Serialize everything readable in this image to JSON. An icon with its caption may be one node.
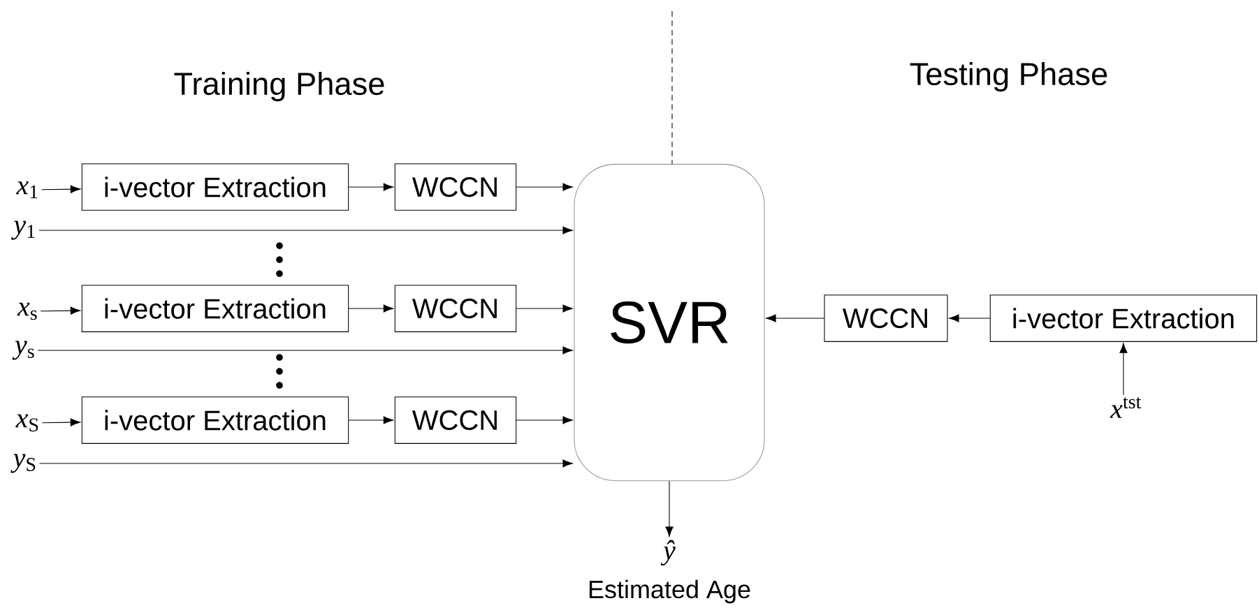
{
  "diagram": {
    "nodes": [
      {
        "text": [
          "SVR"
        ]
      },
      {
        "text": [
          "*x*$_{1}$"
        ]
      },
      {
        "text": [
          "i-vector Extraction"
        ]
      },
      {
        "text": [
          "WCCN"
        ]
      },
      {
        "text": [
          "*y*$_{1}$"
        ]
      },
      {
        "text": [
          "*x*$_{s}$"
        ]
      },
      {
        "text": [
          "i-vector Extraction"
        ]
      },
      {
        "text": [
          "WCCN"
        ]
      },
      {
        "text": [
          "*y*$_{s}$"
        ]
      },
      {
        "text": [
          "*x*$_{S}$"
        ]
      },
      {
        "text": [
          "i-vector Extraction"
        ]
      },
      {
        "text": [
          "WCCN"
        ]
      },
      {
        "text": [
          "*y*$_{S}$"
        ]
      },
      {
        "text": [
          "WCCN"
        ]
      },
      {
        "text": [
          "i-vector Extraction"
        ]
      },
      {
        "text": [
          "*x*$^{tst}$"
        ]
      },
      {
        "text": [
          "ŷ"
        ],
        "beside": [
          "Estimated Age"
        ]
      }
    ],
    "edges": [
      {
        "from": 1,
        "to": 2,
        "arrow": "to"
      },
      {
        "from": 2,
        "to": 3,
        "arrow": "to"
      },
      {
        "from": 3,
        "to": 0,
        "arrow": "to"
      },
      {
        "from": 4,
        "to": 0,
        "arrow": "to"
      },
      {
        "from": 5,
        "to": 6,
        "arrow": "to"
      },
      {
        "from": 6,
        "to": 7,
        "arrow": "to"
      },
      {
        "from": 7,
        "to": 0,
        "arrow": "to"
      },
      {
        "from": 8,
        "to": 0,
        "arrow": "to"
      },
      {
        "from": 9,
        "to": 10,
        "arrow": "to"
      },
      {
        "from": 10,
        "to": 11,
        "arrow": "to"
      },
      {
        "from": 11,
        "to": 0,
        "arrow": "to"
      },
      {
        "from": 12,
        "to": 0,
        "arrow": "to"
      },
      {
        "from": 14,
        "to": 13,
        "arrow": "to"
      },
      {
        "from": 13,
        "to": 0,
        "arrow": "to"
      },
      {
        "from": 15,
        "to": 14,
        "arrow": "to"
      },
      {
        "from": 0,
        "to": 16,
        "arrow": "to"
      }
    ],
    "labels": [
      "Training Phase",
      "Testing Phase"
    ]
  }
}
